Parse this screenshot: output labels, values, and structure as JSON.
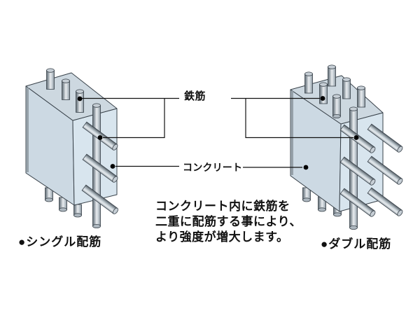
{
  "labels": {
    "rebar": "鉄筋",
    "concrete": "コンクリート"
  },
  "captions": {
    "single": "●シングル配筋",
    "double": "●ダブル配筋"
  },
  "note": {
    "line1": "コンクリート内に鉄筋を",
    "line2": "二重に配筋する事により、",
    "line3": "より強度が増大します。"
  },
  "colors": {
    "background": "#ffffff",
    "text": "#111111",
    "leader_line": "#111111",
    "outline": "#39424a",
    "face_top": "#cdd8e0",
    "face_left": "#ccd9e3",
    "face_right": "#d8e5ee",
    "face_edge_shade": "#96a1a9",
    "rod_dark": "#636d75",
    "rod_light": "#e9edf0",
    "rod_cap": "#c6ced5"
  }
}
